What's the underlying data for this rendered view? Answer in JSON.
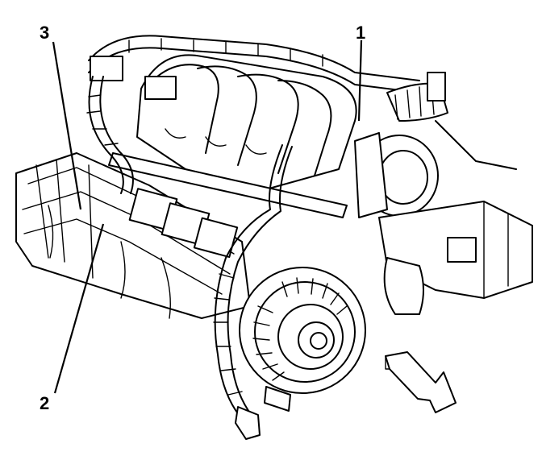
{
  "callouts": {
    "one": "1",
    "two": "2",
    "three": "3"
  },
  "icons": {
    "direction": "front-arrow-icon"
  }
}
